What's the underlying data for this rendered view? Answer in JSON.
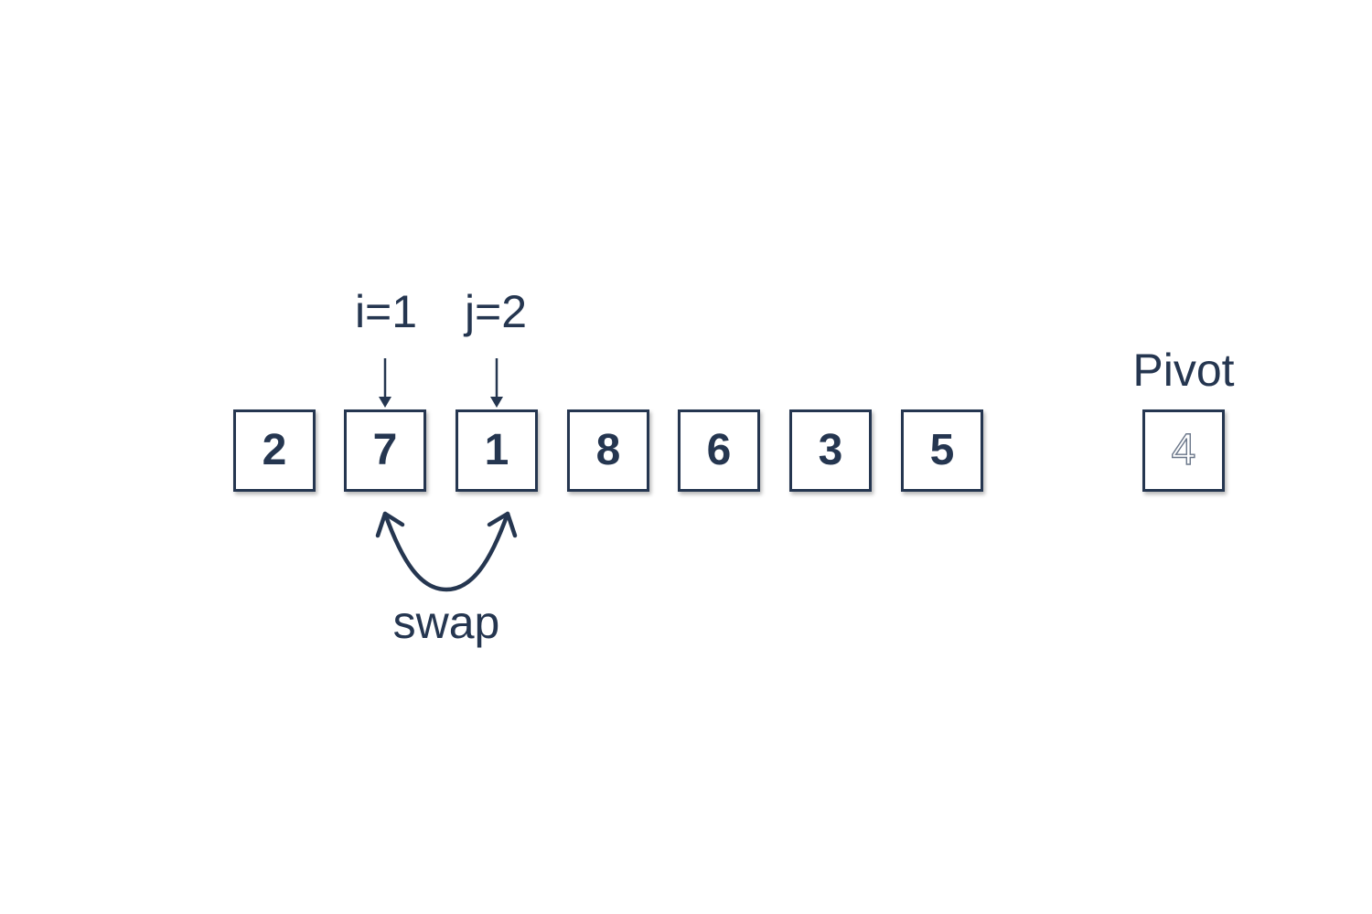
{
  "array": [
    "2",
    "7",
    "1",
    "8",
    "6",
    "3",
    "5"
  ],
  "pivot": {
    "label": "Pivot",
    "value": "4"
  },
  "pointers": {
    "i": {
      "label": "i=1",
      "index": 1
    },
    "j": {
      "label": "j=2",
      "index": 2
    }
  },
  "swap_label": "swap",
  "colors": {
    "ink": "#253650",
    "pivot_outline": "#6b778a",
    "background": "#ffffff"
  }
}
